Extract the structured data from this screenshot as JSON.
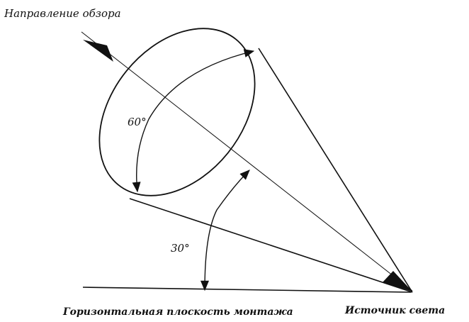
{
  "labels": {
    "view_direction": "Направление обзора",
    "angle_cone": "60°",
    "angle_elevation": "30°",
    "mounting_plane": "Горизонтальная плоскость монтажа",
    "light_source": "Источник света"
  },
  "colors": {
    "line": "#111111",
    "background": "#ffffff"
  }
}
